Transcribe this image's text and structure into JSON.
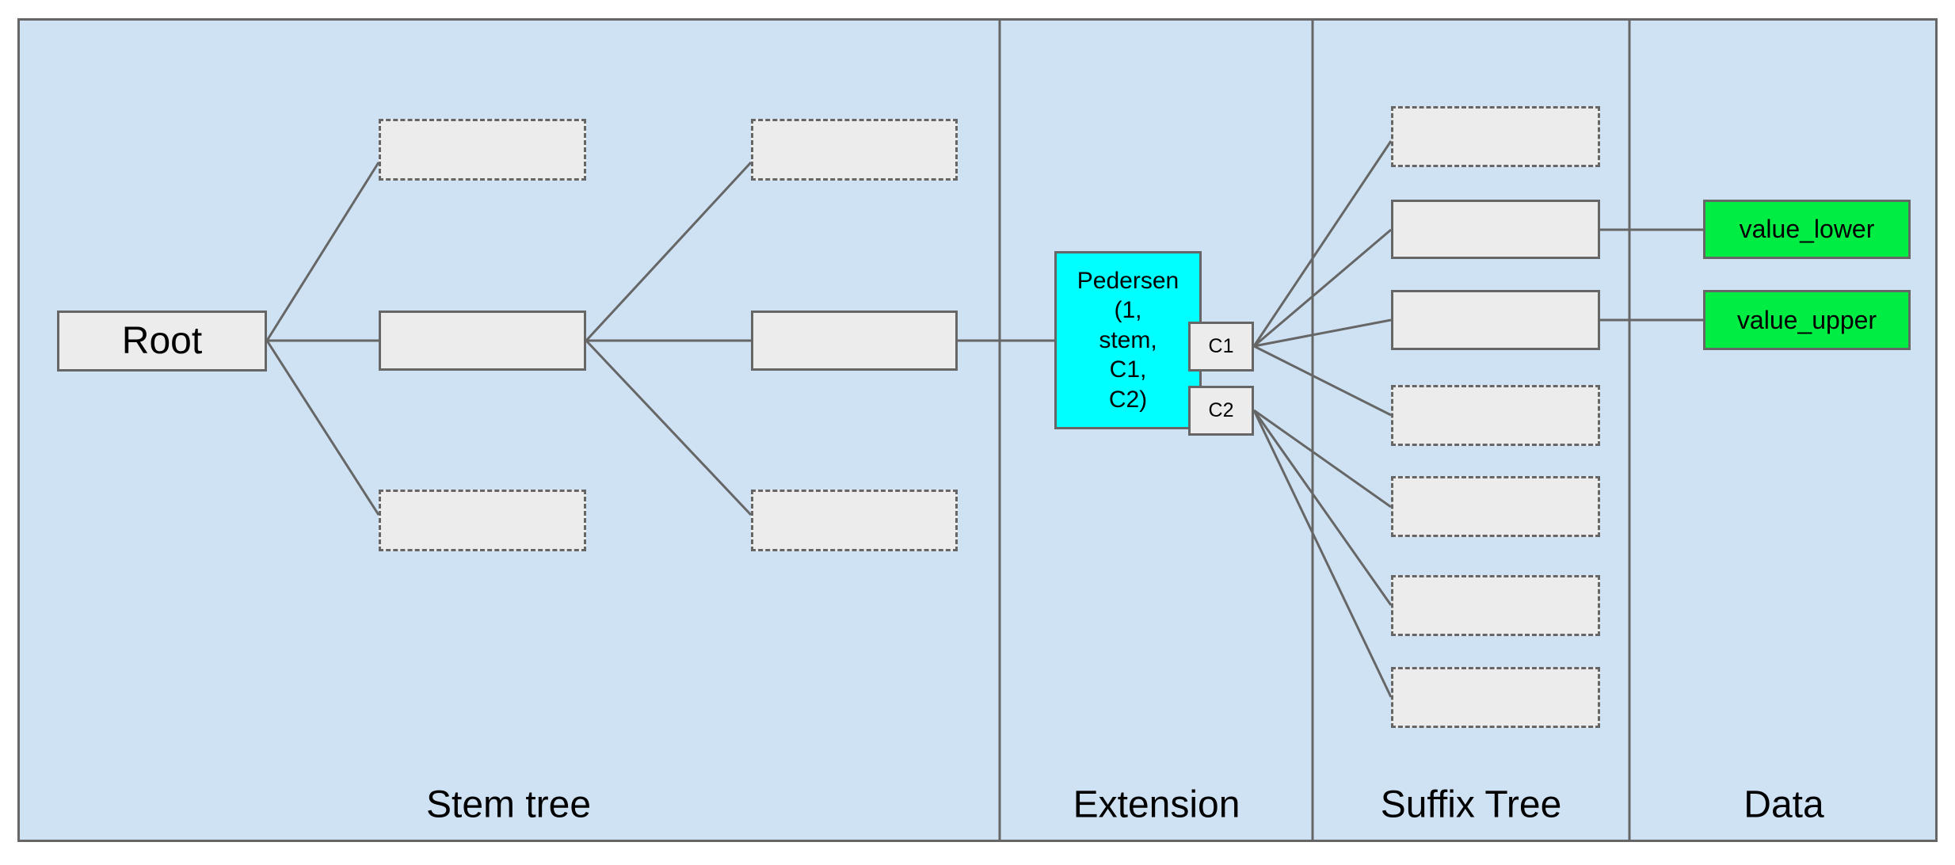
{
  "sections": [
    {
      "label": "Stem tree"
    },
    {
      "label": "Extension"
    },
    {
      "label": "Suffix Tree"
    },
    {
      "label": "Data"
    }
  ],
  "nodes": {
    "root": {
      "label": "Root"
    },
    "pedersen": {
      "label": "Pedersen\n(1,\nstem,\nC1,\nC2)"
    },
    "c1": {
      "label": "C1"
    },
    "c2": {
      "label": "C2"
    },
    "value_lower": {
      "label": "value_lower"
    },
    "value_upper": {
      "label": "value_upper"
    }
  },
  "colors": {
    "canvas_background": "#cfe2f3",
    "node_fill": "#ececec",
    "stroke": "#666666",
    "extension_node_fill": "#00ffff",
    "data_node_fill": "#00ee44"
  }
}
